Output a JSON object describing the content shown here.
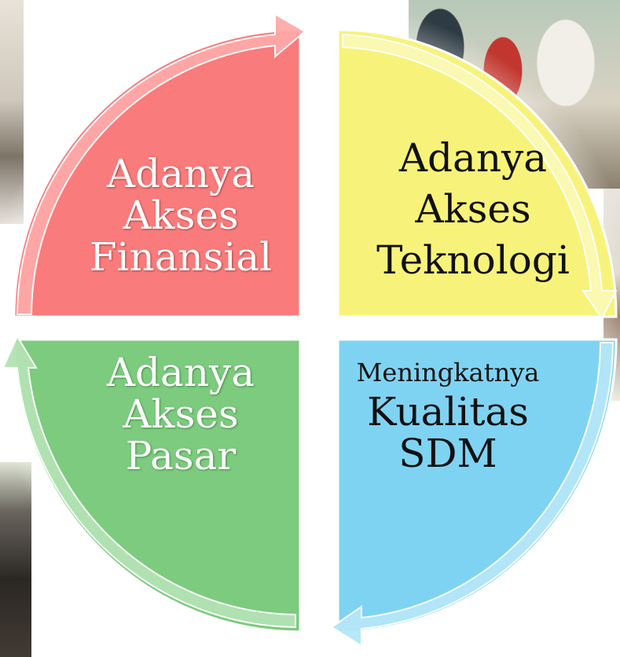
{
  "diagram": {
    "quadrants": [
      {
        "id": "top-left",
        "color": "#F97B7B",
        "lines": [
          "Adanya",
          "Akses",
          "Finansial"
        ]
      },
      {
        "id": "top-right",
        "color": "#F7F37A",
        "lines": [
          "Adanya",
          "Akses",
          "Teknologi"
        ]
      },
      {
        "id": "bottom-right",
        "color": "#7FD3F2",
        "lines": [
          "Meningkatnya",
          "Kualitas",
          "SDM"
        ]
      },
      {
        "id": "bottom-left",
        "color": "#7CCB7E",
        "lines": [
          "Adanya",
          "Akses",
          "Pasar"
        ]
      }
    ]
  }
}
